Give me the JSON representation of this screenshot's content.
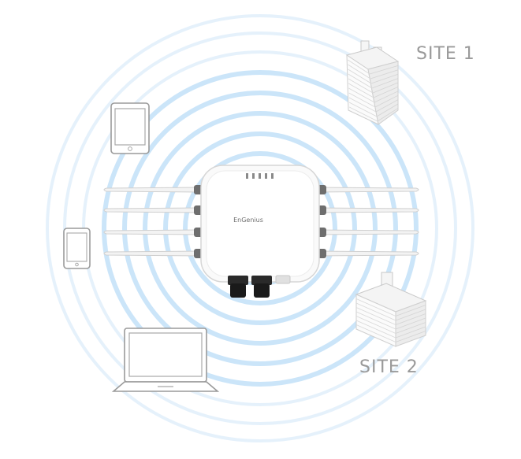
{
  "labels": {
    "site1": "SITE 1",
    "site2": "SITE 2"
  },
  "device": {
    "brand": "EnGenius"
  },
  "icons": {
    "tablet_large": "tablet-icon",
    "phone": "smartphone-icon",
    "laptop": "laptop-icon",
    "building1": "office-building-icon",
    "building2": "office-building-icon",
    "access_point": "wireless-access-point-icon"
  },
  "colors": {
    "signal_ring": "#b9dcf7",
    "signal_ring_faint": "#e2f0fb",
    "device_outline": "#9a9a9a",
    "label": "#9a9a9a"
  }
}
